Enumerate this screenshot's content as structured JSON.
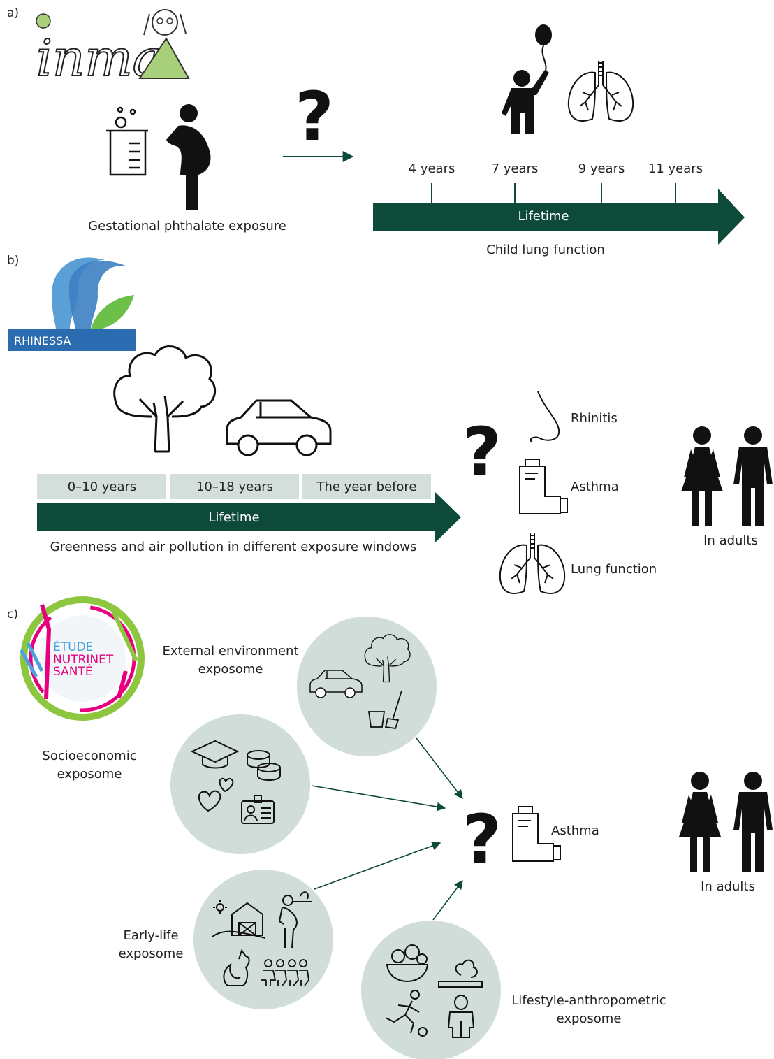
{
  "panel_a": {
    "letter": "a)",
    "logo_text": "inma",
    "question_mark": "?",
    "exposure_label": "Gestational phthalate exposure",
    "ages": [
      "4 years",
      "7 years",
      "9 years",
      "11 years"
    ],
    "arrow_label": "Lifetime",
    "outcome_label": "Child lung function"
  },
  "panel_b": {
    "letter": "b)",
    "logo_text": "RHINESSA",
    "windows": [
      "0–10 years",
      "10–18 years",
      "The year before"
    ],
    "arrow_label": "Lifetime",
    "exposure_label": "Greenness and air pollution in different exposure windows",
    "question_mark": "?",
    "outcomes": [
      "Rhinitis",
      "Asthma",
      "Lung function"
    ],
    "population": "In adults"
  },
  "panel_c": {
    "letter": "c)",
    "logo_lines": [
      "ÉTUDE",
      "NUTRINET",
      "SANTÉ"
    ],
    "exposomes": {
      "external": [
        "External environment",
        "exposome"
      ],
      "socioeconomic": [
        "Socioeconomic",
        "exposome"
      ],
      "early_life": [
        "Early-life",
        "exposome"
      ],
      "lifestyle": [
        "Lifestyle-anthropometric",
        "exposome"
      ]
    },
    "question_mark": "?",
    "outcome": "Asthma",
    "population": "In adults"
  },
  "colors": {
    "dark_green": "#0e4a3a",
    "pale_teal": "#d4dfdb",
    "circle": "#d1ddd8",
    "text": "#222222"
  }
}
